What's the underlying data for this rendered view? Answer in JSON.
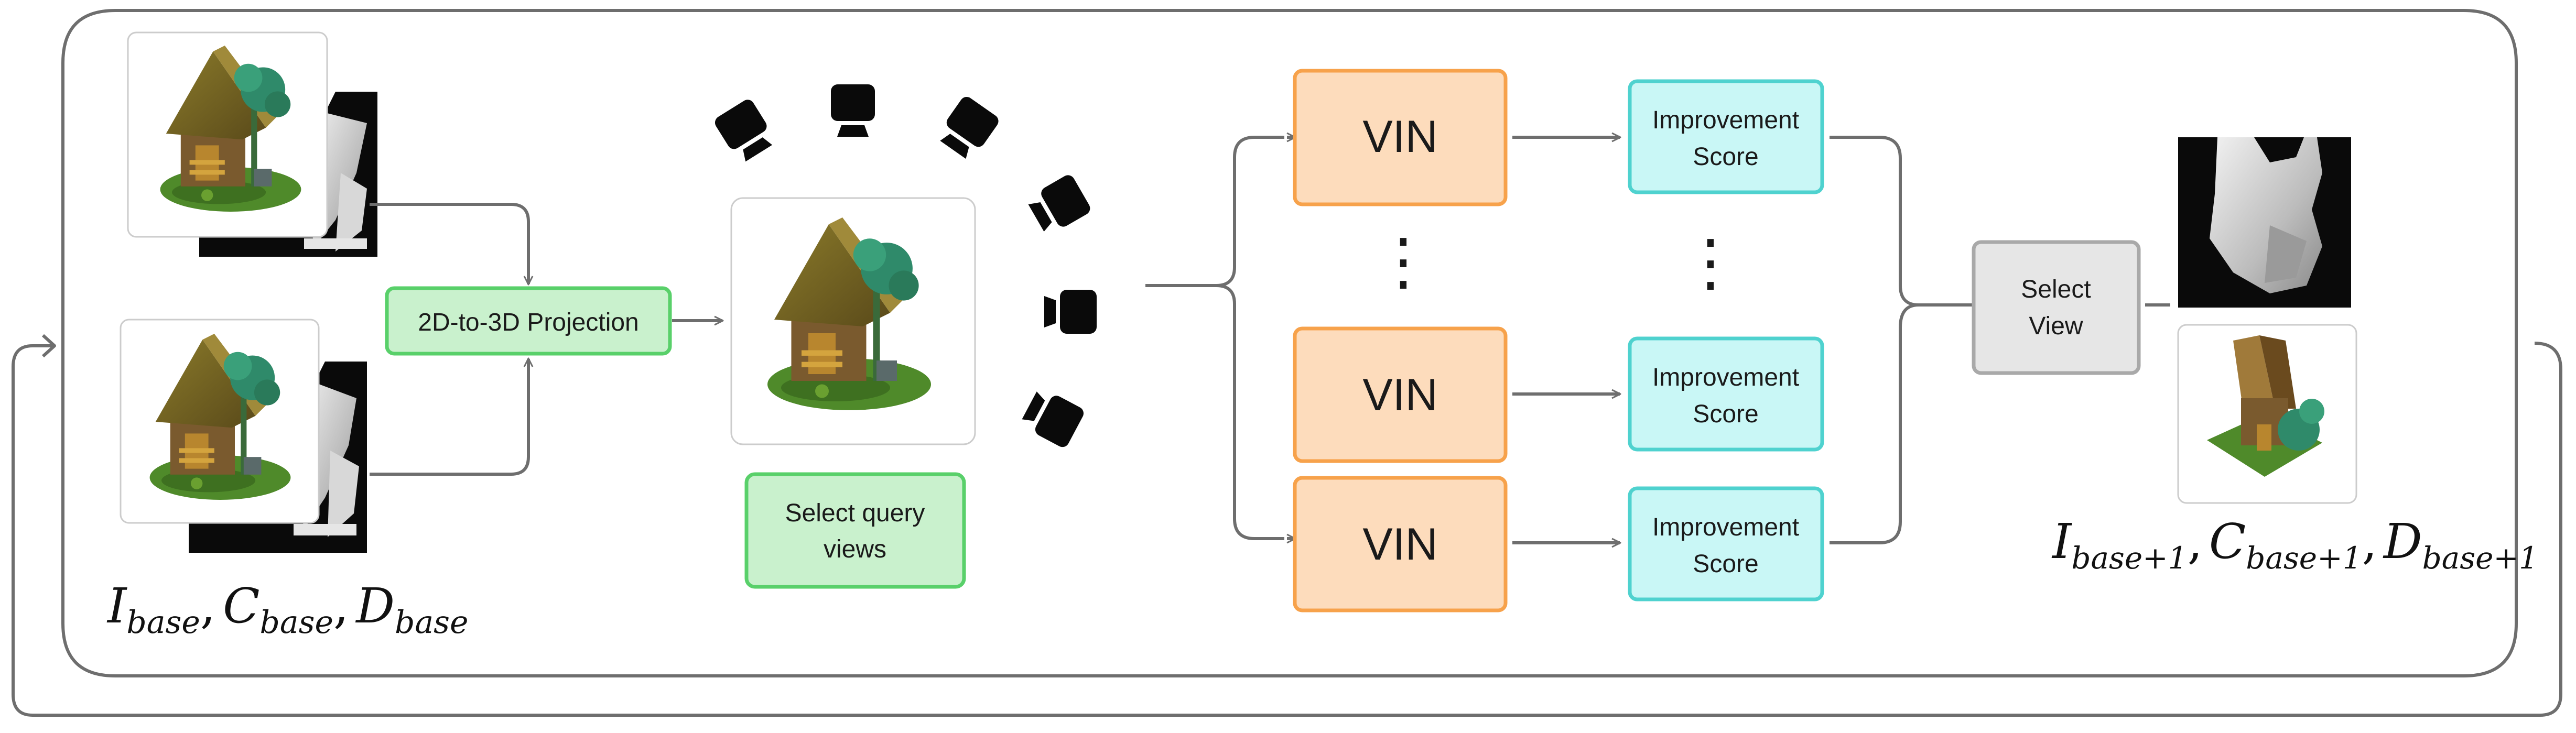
{
  "colors": {
    "frame": "#6e6e6e",
    "arrow": "#6e6e6e",
    "green_fill": "#c9f1cd",
    "green_stroke": "#59d06a",
    "orange_fill": "#fddcbc",
    "orange_stroke": "#f7a24b",
    "cyan_fill": "#c9f7f6",
    "cyan_stroke": "#4fd2cf",
    "gray_fill": "#e6e6e6",
    "gray_stroke": "#a9a9a9",
    "camera": "#0a0a0a"
  },
  "icons": [
    "house-render-image",
    "depth-map-image",
    "camera-icon"
  ],
  "projection": {
    "label": "2D-to-3D Projection"
  },
  "query": {
    "line1": "Select query",
    "line2": "views"
  },
  "vin": {
    "label": "VIN",
    "ellipsis": "⋮"
  },
  "score": {
    "line1": "Improvement",
    "line2": "Score",
    "ellipsis": "⋮"
  },
  "select_view": {
    "line1": "Select",
    "line2": "View"
  },
  "base_label": {
    "i": "I",
    "i_sub": "base",
    "c": "C",
    "c_sub": "base",
    "d": "D",
    "d_sub": "base",
    "sep": ","
  },
  "next_label": {
    "i": "I",
    "i_sub": "base+1",
    "c": "C",
    "c_sub": "base+1",
    "d": "D",
    "d_sub": "base+1",
    "sep": ","
  }
}
